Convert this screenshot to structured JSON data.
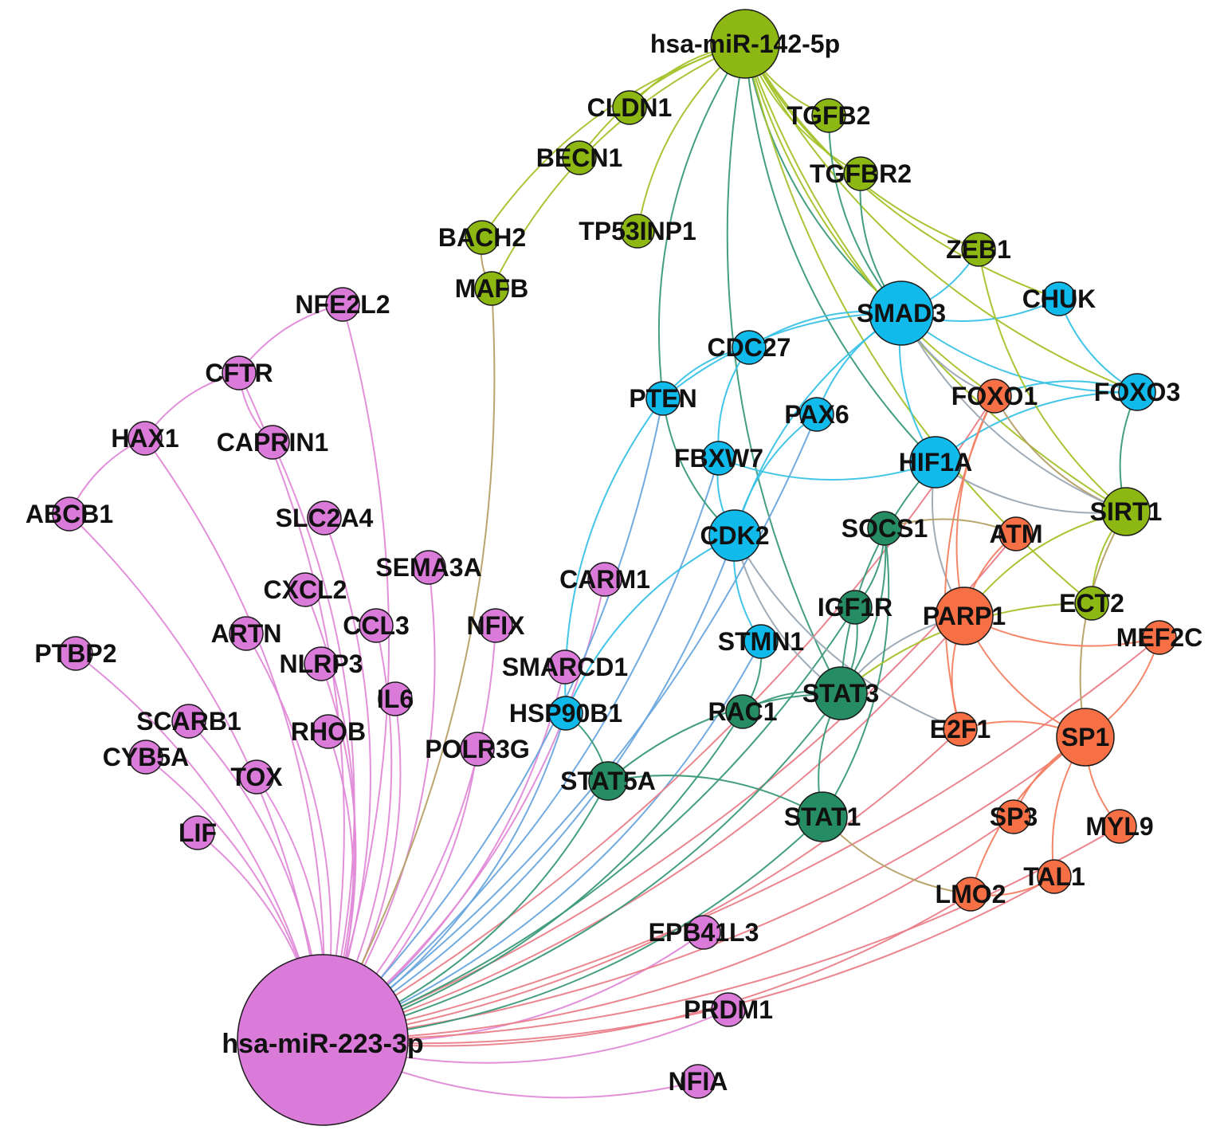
{
  "palette": {
    "mirna223": "#da7bd9",
    "mirna142": "#8db712",
    "green": "#8db712",
    "blue": "#10baea",
    "orange": "#f66f45",
    "teal": "#268c63",
    "purple": "#da7bd9",
    "stroke": "#1a1a1a"
  },
  "edge_colors": {
    "miR223": "#e08ad8",
    "miR142": "#a4c22a",
    "blue": "#39c2e6",
    "red": "#ea7f8a",
    "teal": "#3a9a78",
    "grey": "#9aa8b4",
    "orange": "#f38062",
    "olive": "#b6a066",
    "lightblue": "#6aa6dd"
  },
  "nodes": [
    {
      "id": "miR223",
      "label": "hsa-miR-223-3p",
      "group": "purple",
      "size": "xl"
    },
    {
      "id": "miR142",
      "label": "hsa-miR-142-5p",
      "group": "green",
      "size": "l"
    },
    {
      "id": "CLDN1",
      "label": "CLDN1",
      "group": "green",
      "size": "s"
    },
    {
      "id": "BECN1",
      "label": "BECN1",
      "group": "green",
      "size": "s"
    },
    {
      "id": "TGFB2",
      "label": "TGFB2",
      "group": "green",
      "size": "s"
    },
    {
      "id": "TGFBR2",
      "label": "TGFBR2",
      "group": "green",
      "size": "s"
    },
    {
      "id": "BACH2",
      "label": "BACH2",
      "group": "green",
      "size": "s"
    },
    {
      "id": "TP53INP1",
      "label": "TP53INP1",
      "group": "green",
      "size": "s"
    },
    {
      "id": "ZEB1",
      "label": "ZEB1",
      "group": "green",
      "size": "s"
    },
    {
      "id": "MAFB",
      "label": "MAFB",
      "group": "green",
      "size": "s"
    },
    {
      "id": "SIRT1",
      "label": "SIRT1",
      "group": "green",
      "size": "m"
    },
    {
      "id": "ECT2",
      "label": "ECT2",
      "group": "green",
      "size": "s"
    },
    {
      "id": "SMAD3",
      "label": "SMAD3",
      "group": "blue",
      "size": "l"
    },
    {
      "id": "CHUK",
      "label": "CHUK",
      "group": "blue",
      "size": "s"
    },
    {
      "id": "CDC27",
      "label": "CDC27",
      "group": "blue",
      "size": "s"
    },
    {
      "id": "PTEN",
      "label": "PTEN",
      "group": "blue",
      "size": "s"
    },
    {
      "id": "PAX6",
      "label": "PAX6",
      "group": "blue",
      "size": "s"
    },
    {
      "id": "FOXO3",
      "label": "FOXO3",
      "group": "blue",
      "size": "s"
    },
    {
      "id": "FBXW7",
      "label": "FBXW7",
      "group": "blue",
      "size": "s"
    },
    {
      "id": "HIF1A",
      "label": "HIF1A",
      "group": "blue",
      "size": "m"
    },
    {
      "id": "CDK2",
      "label": "CDK2",
      "group": "blue",
      "size": "m"
    },
    {
      "id": "STMN1",
      "label": "STMN1",
      "group": "blue",
      "size": "s"
    },
    {
      "id": "HSP90B1",
      "label": "HSP90B1",
      "group": "blue",
      "size": "s"
    },
    {
      "id": "FOXO1",
      "label": "FOXO1",
      "group": "orange",
      "size": "s"
    },
    {
      "id": "ATM",
      "label": "ATM",
      "group": "orange",
      "size": "s"
    },
    {
      "id": "PARP1",
      "label": "PARP1",
      "group": "orange",
      "size": "m"
    },
    {
      "id": "MEF2C",
      "label": "MEF2C",
      "group": "orange",
      "size": "s"
    },
    {
      "id": "E2F1",
      "label": "E2F1",
      "group": "orange",
      "size": "s"
    },
    {
      "id": "SP1",
      "label": "SP1",
      "group": "orange",
      "size": "m"
    },
    {
      "id": "SP3",
      "label": "SP3",
      "group": "orange",
      "size": "s"
    },
    {
      "id": "MYL9",
      "label": "MYL9",
      "group": "orange",
      "size": "s"
    },
    {
      "id": "TAL1",
      "label": "TAL1",
      "group": "orange",
      "size": "s"
    },
    {
      "id": "LMO2",
      "label": "LMO2",
      "group": "orange",
      "size": "s"
    },
    {
      "id": "SOCS1",
      "label": "SOCS1",
      "group": "teal",
      "size": "s"
    },
    {
      "id": "IGF1R",
      "label": "IGF1R",
      "group": "teal",
      "size": "s"
    },
    {
      "id": "STAT3",
      "label": "STAT3",
      "group": "teal",
      "size": "m"
    },
    {
      "id": "RAC1",
      "label": "RAC1",
      "group": "teal",
      "size": "s"
    },
    {
      "id": "STAT5A",
      "label": "STAT5A",
      "group": "teal",
      "size": "s"
    },
    {
      "id": "STAT1",
      "label": "STAT1",
      "group": "teal",
      "size": "m"
    },
    {
      "id": "NFE2L2",
      "label": "NFE2L2",
      "group": "purple",
      "size": "s"
    },
    {
      "id": "CFTR",
      "label": "CFTR",
      "group": "purple",
      "size": "s"
    },
    {
      "id": "HAX1",
      "label": "HAX1",
      "group": "purple",
      "size": "s"
    },
    {
      "id": "CAPRIN1",
      "label": "CAPRIN1",
      "group": "purple",
      "size": "s"
    },
    {
      "id": "ABCB1",
      "label": "ABCB1",
      "group": "purple",
      "size": "s"
    },
    {
      "id": "SLC2A4",
      "label": "SLC2A4",
      "group": "purple",
      "size": "s"
    },
    {
      "id": "SEMA3A",
      "label": "SEMA3A",
      "group": "purple",
      "size": "s"
    },
    {
      "id": "CARM1",
      "label": "CARM1",
      "group": "purple",
      "size": "s"
    },
    {
      "id": "CXCL2",
      "label": "CXCL2",
      "group": "purple",
      "size": "s"
    },
    {
      "id": "ARTN",
      "label": "ARTN",
      "group": "purple",
      "size": "s"
    },
    {
      "id": "CCL3",
      "label": "CCL3",
      "group": "purple",
      "size": "s"
    },
    {
      "id": "NFIX",
      "label": "NFIX",
      "group": "purple",
      "size": "s"
    },
    {
      "id": "PTBP2",
      "label": "PTBP2",
      "group": "purple",
      "size": "s"
    },
    {
      "id": "NLRP3",
      "label": "NLRP3",
      "group": "purple",
      "size": "s"
    },
    {
      "id": "SMARCD1",
      "label": "SMARCD1",
      "group": "purple",
      "size": "s"
    },
    {
      "id": "SCARB1",
      "label": "SCARB1",
      "group": "purple",
      "size": "s"
    },
    {
      "id": "IL6",
      "label": "IL6",
      "group": "purple",
      "size": "s"
    },
    {
      "id": "RHOB",
      "label": "RHOB",
      "group": "purple",
      "size": "s"
    },
    {
      "id": "CYB5A",
      "label": "CYB5A",
      "group": "purple",
      "size": "s"
    },
    {
      "id": "POLR3G",
      "label": "POLR3G",
      "group": "purple",
      "size": "s"
    },
    {
      "id": "TOX",
      "label": "TOX",
      "group": "purple",
      "size": "s"
    },
    {
      "id": "LIF",
      "label": "LIF",
      "group": "purple",
      "size": "s"
    },
    {
      "id": "EPB41L3",
      "label": "EPB41L3",
      "group": "purple",
      "size": "s"
    },
    {
      "id": "PRDM1",
      "label": "PRDM1",
      "group": "purple",
      "size": "s"
    },
    {
      "id": "NFIA",
      "label": "NFIA",
      "group": "purple",
      "size": "s"
    }
  ],
  "edges": [
    [
      "miR142",
      "CLDN1",
      "miR142"
    ],
    [
      "miR142",
      "BECN1",
      "miR142"
    ],
    [
      "miR142",
      "TGFB2",
      "miR142"
    ],
    [
      "miR142",
      "TGFBR2",
      "miR142"
    ],
    [
      "miR142",
      "BACH2",
      "miR142"
    ],
    [
      "miR142",
      "TP53INP1",
      "miR142"
    ],
    [
      "miR142",
      "MAFB",
      "miR142"
    ],
    [
      "miR142",
      "ZEB1",
      "miR142"
    ],
    [
      "miR142",
      "SIRT1",
      "miR142"
    ],
    [
      "miR142",
      "CHUK",
      "miR142"
    ],
    [
      "miR142",
      "SMAD3",
      "teal"
    ],
    [
      "miR142",
      "PTEN",
      "teal"
    ],
    [
      "miR142",
      "FOXO3",
      "miR142"
    ],
    [
      "miR142",
      "STAT3",
      "teal"
    ],
    [
      "miR142",
      "HIF1A",
      "teal"
    ],
    [
      "miR142",
      "ECT2",
      "miR142"
    ],
    [
      "miR142",
      "FOXO1",
      "miR142"
    ],
    [
      "miR223",
      "NFE2L2",
      "miR223"
    ],
    [
      "miR223",
      "CFTR",
      "miR223"
    ],
    [
      "miR223",
      "HAX1",
      "miR223"
    ],
    [
      "miR223",
      "CAPRIN1",
      "miR223"
    ],
    [
      "miR223",
      "ABCB1",
      "miR223"
    ],
    [
      "miR223",
      "SLC2A4",
      "miR223"
    ],
    [
      "miR223",
      "SEMA3A",
      "miR223"
    ],
    [
      "miR223",
      "CXCL2",
      "miR223"
    ],
    [
      "miR223",
      "ARTN",
      "miR223"
    ],
    [
      "miR223",
      "CCL3",
      "miR223"
    ],
    [
      "miR223",
      "NFIX",
      "miR223"
    ],
    [
      "miR223",
      "PTBP2",
      "miR223"
    ],
    [
      "miR223",
      "NLRP3",
      "miR223"
    ],
    [
      "miR223",
      "SCARB1",
      "miR223"
    ],
    [
      "miR223",
      "IL6",
      "miR223"
    ],
    [
      "miR223",
      "RHOB",
      "miR223"
    ],
    [
      "miR223",
      "CYB5A",
      "miR223"
    ],
    [
      "miR223",
      "POLR3G",
      "miR223"
    ],
    [
      "miR223",
      "TOX",
      "miR223"
    ],
    [
      "miR223",
      "LIF",
      "miR223"
    ],
    [
      "miR223",
      "EPB41L3",
      "miR223"
    ],
    [
      "miR223",
      "PRDM1",
      "miR223"
    ],
    [
      "miR223",
      "NFIA",
      "miR223"
    ],
    [
      "miR223",
      "CARM1",
      "miR223"
    ],
    [
      "miR223",
      "SMARCD1",
      "miR223"
    ],
    [
      "miR223",
      "MAFB",
      "olive"
    ],
    [
      "miR223",
      "PTEN",
      "lightblue"
    ],
    [
      "miR223",
      "FBXW7",
      "lightblue"
    ],
    [
      "miR223",
      "CDK2",
      "lightblue"
    ],
    [
      "miR223",
      "STMN1",
      "lightblue"
    ],
    [
      "miR223",
      "HSP90B1",
      "lightblue"
    ],
    [
      "miR223",
      "PAX6",
      "lightblue"
    ],
    [
      "miR223",
      "FOXO1",
      "red"
    ],
    [
      "miR223",
      "ATM",
      "red"
    ],
    [
      "miR223",
      "PARP1",
      "red"
    ],
    [
      "miR223",
      "E2F1",
      "red"
    ],
    [
      "miR223",
      "SP1",
      "red"
    ],
    [
      "miR223",
      "SP3",
      "red"
    ],
    [
      "miR223",
      "MYL9",
      "red"
    ],
    [
      "miR223",
      "LMO2",
      "red"
    ],
    [
      "miR223",
      "TAL1",
      "red"
    ],
    [
      "miR223",
      "MEF2C",
      "red"
    ],
    [
      "miR223",
      "STAT3",
      "teal"
    ],
    [
      "miR223",
      "STAT1",
      "teal"
    ],
    [
      "miR223",
      "STAT5A",
      "teal"
    ],
    [
      "miR223",
      "RAC1",
      "teal"
    ],
    [
      "miR223",
      "IGF1R",
      "teal"
    ],
    [
      "NFE2L2",
      "CFTR",
      "miR223"
    ],
    [
      "CFTR",
      "HAX1",
      "miR223"
    ],
    [
      "CFTR",
      "CAPRIN1",
      "miR223"
    ],
    [
      "HAX1",
      "ABCB1",
      "miR223"
    ],
    [
      "BACH2",
      "MAFB",
      "olive"
    ],
    [
      "SMAD3",
      "CHUK",
      "blue"
    ],
    [
      "SMAD3",
      "CDC27",
      "blue"
    ],
    [
      "SMAD3",
      "PTEN",
      "blue"
    ],
    [
      "SMAD3",
      "HIF1A",
      "blue"
    ],
    [
      "SMAD3",
      "FOXO3",
      "blue"
    ],
    [
      "SMAD3",
      "FOXO1",
      "grey"
    ],
    [
      "SMAD3",
      "PAX6",
      "blue"
    ],
    [
      "SMAD3",
      "CDK2",
      "blue"
    ],
    [
      "SMAD3",
      "ZEB1",
      "blue"
    ],
    [
      "CHUK",
      "FOXO3",
      "blue"
    ],
    [
      "FOXO3",
      "HIF1A",
      "blue"
    ],
    [
      "FOXO3",
      "FOXO1",
      "blue"
    ],
    [
      "FOXO3",
      "SIRT1",
      "teal"
    ],
    [
      "CDC27",
      "PTEN",
      "blue"
    ],
    [
      "CDC27",
      "FBXW7",
      "blue"
    ],
    [
      "PTEN",
      "CDK2",
      "teal"
    ],
    [
      "PTEN",
      "HSP90B1",
      "blue"
    ],
    [
      "FBXW7",
      "HIF1A",
      "blue"
    ],
    [
      "FBXW7",
      "CDK2",
      "blue"
    ],
    [
      "PAX6",
      "CDK2",
      "blue"
    ],
    [
      "CDK2",
      "STMN1",
      "blue"
    ],
    [
      "CDK2",
      "HSP90B1",
      "blue"
    ],
    [
      "CDK2",
      "STAT3",
      "grey"
    ],
    [
      "CDK2",
      "E2F1",
      "grey"
    ],
    [
      "HIF1A",
      "STAT3",
      "teal"
    ],
    [
      "HIF1A",
      "SIRT1",
      "grey"
    ],
    [
      "HIF1A",
      "PARP1",
      "grey"
    ],
    [
      "FOXO1",
      "SIRT1",
      "olive"
    ],
    [
      "FOXO1",
      "PARP1",
      "orange"
    ],
    [
      "FOXO1",
      "E2F1",
      "orange"
    ],
    [
      "ATM",
      "PARP1",
      "orange"
    ],
    [
      "ATM",
      "SOCS1",
      "olive"
    ],
    [
      "SIRT1",
      "ECT2",
      "miR142"
    ],
    [
      "SIRT1",
      "SP1",
      "olive"
    ],
    [
      "SIRT1",
      "PARP1",
      "miR142"
    ],
    [
      "PARP1",
      "SP1",
      "orange"
    ],
    [
      "PARP1",
      "E2F1",
      "orange"
    ],
    [
      "PARP1",
      "MEF2C",
      "orange"
    ],
    [
      "PARP1",
      "STAT3",
      "grey"
    ],
    [
      "SP1",
      "E2F1",
      "orange"
    ],
    [
      "SP1",
      "SP3",
      "orange"
    ],
    [
      "SP1",
      "MYL9",
      "orange"
    ],
    [
      "SP1",
      "LMO2",
      "orange"
    ],
    [
      "SP1",
      "TAL1",
      "orange"
    ],
    [
      "SP1",
      "MEF2C",
      "orange"
    ],
    [
      "LMO2",
      "TAL1",
      "orange"
    ],
    [
      "STAT3",
      "STAT1",
      "teal"
    ],
    [
      "STAT3",
      "STAT5A",
      "teal"
    ],
    [
      "STAT3",
      "RAC1",
      "teal"
    ],
    [
      "STAT3",
      "IGF1R",
      "teal"
    ],
    [
      "STAT3",
      "SOCS1",
      "teal"
    ],
    [
      "STAT1",
      "SOCS1",
      "teal"
    ],
    [
      "STAT1",
      "STAT5A",
      "teal"
    ],
    [
      "STAT5A",
      "HSP90B1",
      "teal"
    ],
    [
      "IGF1R",
      "SOCS1",
      "teal"
    ],
    [
      "RAC1",
      "STMN1",
      "teal"
    ],
    [
      "STAT1",
      "LMO2",
      "olive"
    ],
    [
      "SMAD3",
      "SIRT1",
      "grey"
    ],
    [
      "TGFBR2",
      "SMAD3",
      "teal"
    ],
    [
      "TGFB2",
      "SMAD3",
      "teal"
    ],
    [
      "ZEB1",
      "SIRT1",
      "miR142"
    ],
    [
      "ECT2",
      "STAT3",
      "miR142"
    ]
  ]
}
